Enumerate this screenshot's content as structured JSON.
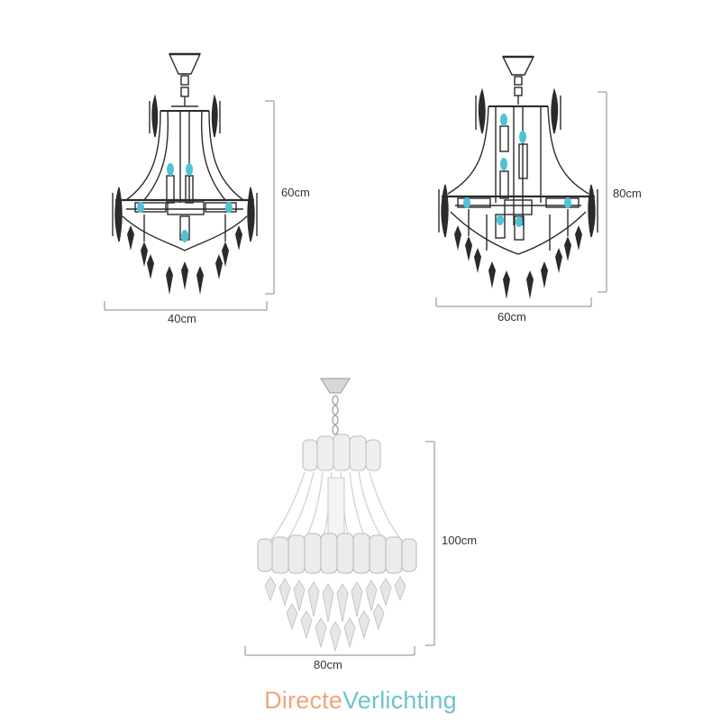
{
  "diagram": {
    "small": {
      "width_label": "40cm",
      "height_label": "60cm"
    },
    "medium": {
      "width_label": "60cm",
      "height_label": "80cm"
    },
    "large": {
      "width_label": "80cm",
      "height_label": "100cm"
    }
  },
  "brand": {
    "part1": "Directe",
    "part2": "Verlichting"
  },
  "colors": {
    "line": "#2b2b2b",
    "bulb": "#4fc3d6",
    "dim_line": "#888888",
    "brand_orange": "#f2a47c",
    "brand_teal": "#6fc3cf"
  }
}
